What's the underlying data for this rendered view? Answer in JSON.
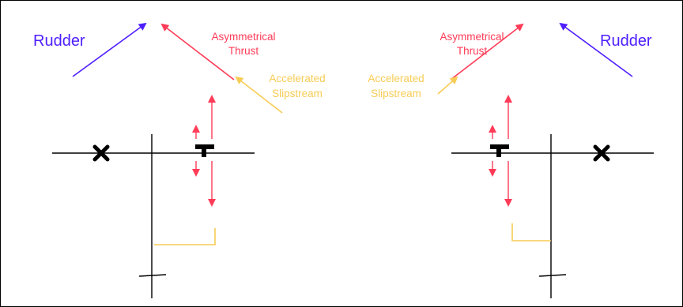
{
  "colors": {
    "rudder": "#4f1fff",
    "asymmetrical_thrust": "#ff3b57",
    "accelerated_slipstream": "#f7cc55",
    "structure": "#000000",
    "background": "#ffffff"
  },
  "left_panel": {
    "rudder_label": "Rudder",
    "thrust_label_line1": "Asymmetrical",
    "thrust_label_line2": "Thrust",
    "slipstream_label_line1": "Accelerated",
    "slipstream_label_line2": "Slipstream"
  },
  "right_panel": {
    "rudder_label": "Rudder",
    "thrust_label_line1": "Asymmetrical",
    "thrust_label_line2": "Thrust",
    "slipstream_label_line1": "Accelerated",
    "slipstream_label_line2": "Slipstream"
  },
  "icons": {
    "failed_engine": "x-mark-icon",
    "operating_engine": "t-marker-icon"
  }
}
